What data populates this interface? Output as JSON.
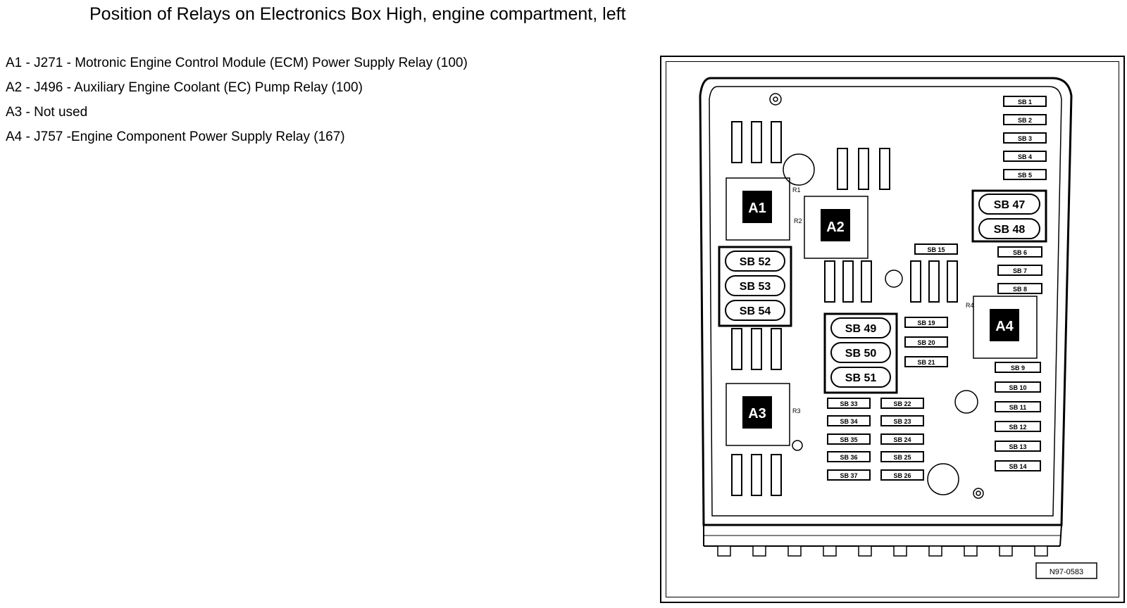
{
  "title": "Position of Relays on Electronics Box High, engine compartment, left",
  "relays": [
    {
      "id": "A1",
      "text": "A1 - J271 - Motronic Engine Control Module (ECM) Power Supply Relay (100)"
    },
    {
      "id": "A2",
      "text": "A2 - J496 - Auxiliary Engine Coolant (EC) Pump Relay (100)"
    },
    {
      "id": "A3",
      "text": "A3 - Not used"
    },
    {
      "id": "A4",
      "text": "A4 - J757 -Engine Component Power Supply Relay (167)"
    }
  ],
  "diagram": {
    "relay_labels": {
      "a1": "A1",
      "a2": "A2",
      "a3": "A3",
      "a4": "A4"
    },
    "relay_slot_labels": {
      "r1": "R1",
      "r2": "R2",
      "r3": "R3",
      "r4": "R4"
    },
    "large_fuses": {
      "sb47": "SB 47",
      "sb48": "SB 48",
      "sb49": "SB 49",
      "sb50": "SB 50",
      "sb51": "SB 51",
      "sb52": "SB 52",
      "sb53": "SB 53",
      "sb54": "SB 54"
    },
    "right_fuses": [
      "SB 1",
      "SB 2",
      "SB 3",
      "SB 4",
      "SB 5"
    ],
    "right_fuses_mid": [
      "SB 6",
      "SB 7",
      "SB 8"
    ],
    "right_fuses_low": [
      "SB 9",
      "SB 10",
      "SB 11",
      "SB 12",
      "SB 13",
      "SB 14"
    ],
    "middle_fuses": [
      "SB 19",
      "SB 20",
      "SB 21"
    ],
    "top_small_fuse": "SB 15",
    "bottom_left_col": [
      "SB 33",
      "SB 34",
      "SB 35",
      "SB 36",
      "SB 37"
    ],
    "bottom_right_col": [
      "SB 22",
      "SB 23",
      "SB 24",
      "SB 25",
      "SB 26"
    ],
    "figure_id": "N97-0583"
  }
}
